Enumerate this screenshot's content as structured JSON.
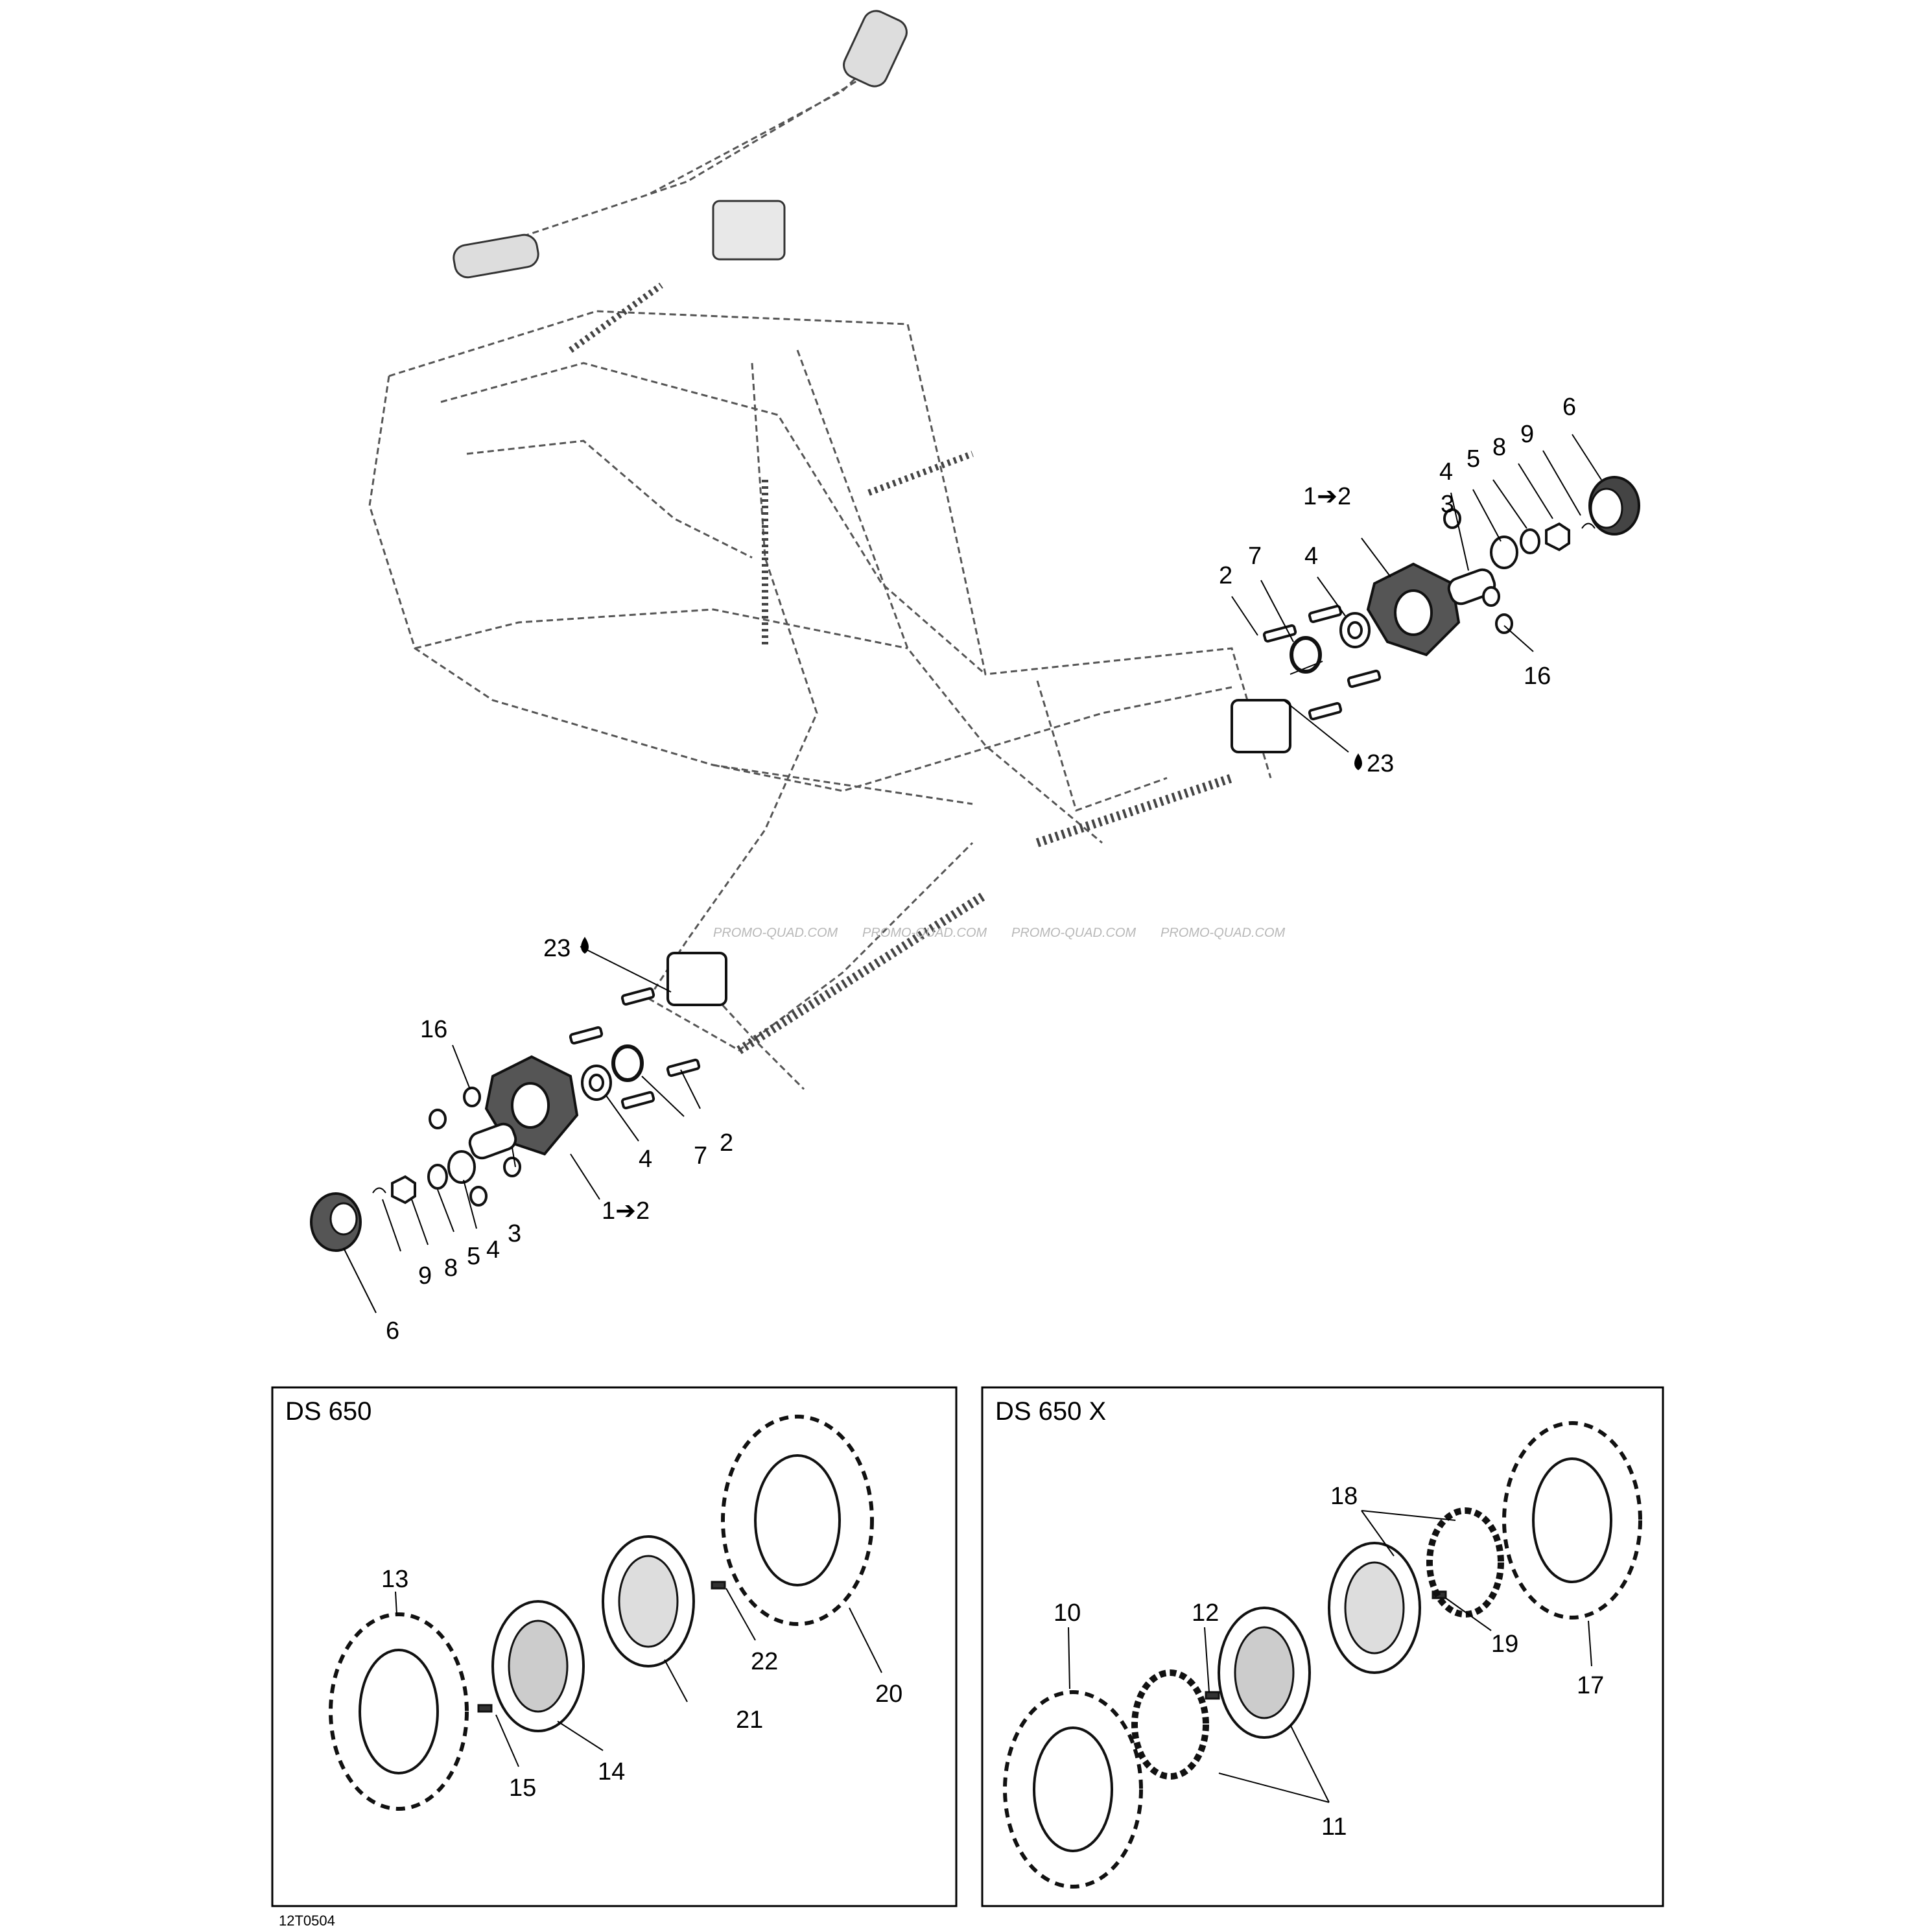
{
  "drawing_code": "12T0504",
  "watermark": "PROMO-QUAD.COM",
  "boxes": {
    "left_title": "DS 650",
    "right_title": "DS 650 X"
  },
  "callouts": {
    "r1": "1➔2",
    "r2": "2",
    "r3": "3",
    "r4a": "4",
    "r4b": "4",
    "r5": "5",
    "r6": "6",
    "r7": "7",
    "r8": "8",
    "r9": "9",
    "r16": "16",
    "r23": "23",
    "l1": "1➔2",
    "l2": "2",
    "l3": "3",
    "l4a": "4",
    "l4b": "4",
    "l5": "5",
    "l6": "6",
    "l7": "7",
    "l8": "8",
    "l9": "9",
    "l16": "16",
    "l23": "23",
    "b13": "13",
    "b14": "14",
    "b15": "15",
    "b20": "20",
    "b21": "21",
    "b22": "22",
    "c10": "10",
    "c11": "11",
    "c12": "12",
    "c17": "17",
    "c18": "18",
    "c19": "19"
  },
  "icons": {
    "lubricant": "drop-icon"
  }
}
